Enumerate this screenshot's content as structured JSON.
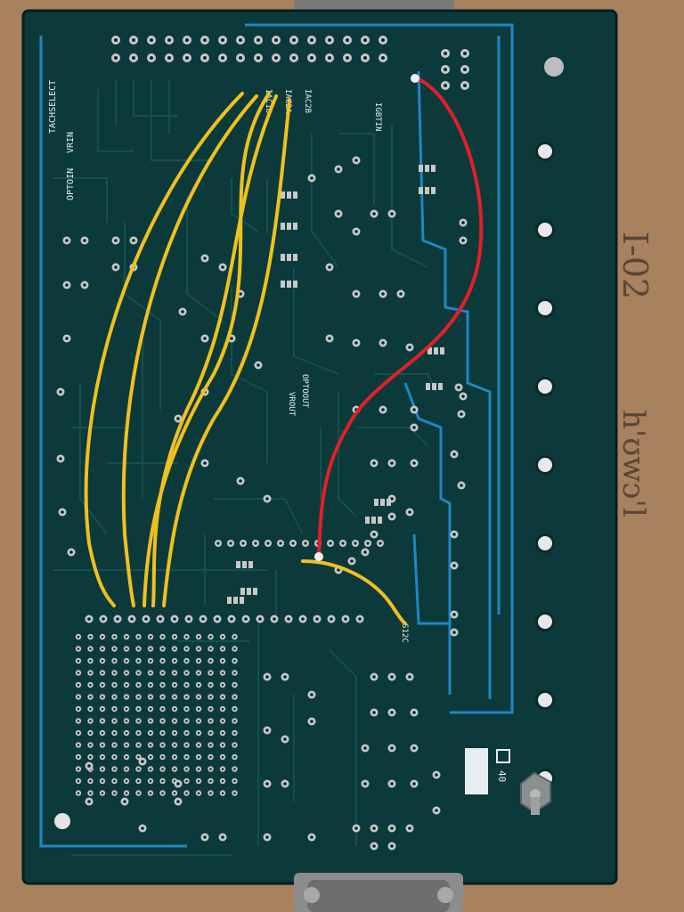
{
  "colors": {
    "background": "#b08866",
    "pcb": "#0c3a3a",
    "pcb_dark": "#082a2b",
    "trace": "#14504f",
    "ground_line": "#1f86c6",
    "pad": "#c8c8c8",
    "wire_yellow": "#f0c020",
    "wire_red": "#e0202a",
    "silkscreen": "#e8eef0",
    "connector": "#9a9a9a"
  },
  "silkscreen": {
    "tachselect": "TACHSELECT",
    "optoin": "OPTOIN",
    "vrin": "VRIN",
    "iac2b": "IAC2B",
    "iac2a": "IAC2A",
    "iac1b": "IAC1B",
    "igbtin": "IGBTIN",
    "opto_out": "OPTOOUT",
    "vr_out": "VROUT",
    "s12c": "S12C",
    "board_id": "40"
  }
}
